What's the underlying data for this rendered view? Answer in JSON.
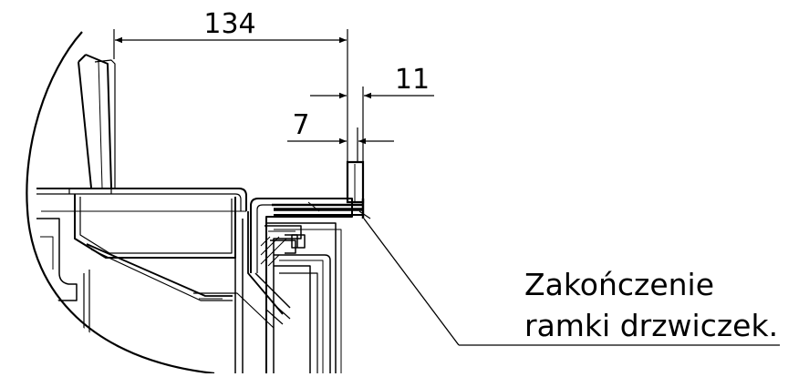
{
  "dimensions": {
    "width_134": "134",
    "thickness_11": "11",
    "gap_7": "7"
  },
  "callout": {
    "line1": "Zakończenie",
    "line2": "ramki drzwiczek."
  },
  "colors": {
    "ink": "#000000",
    "background": "#ffffff"
  }
}
